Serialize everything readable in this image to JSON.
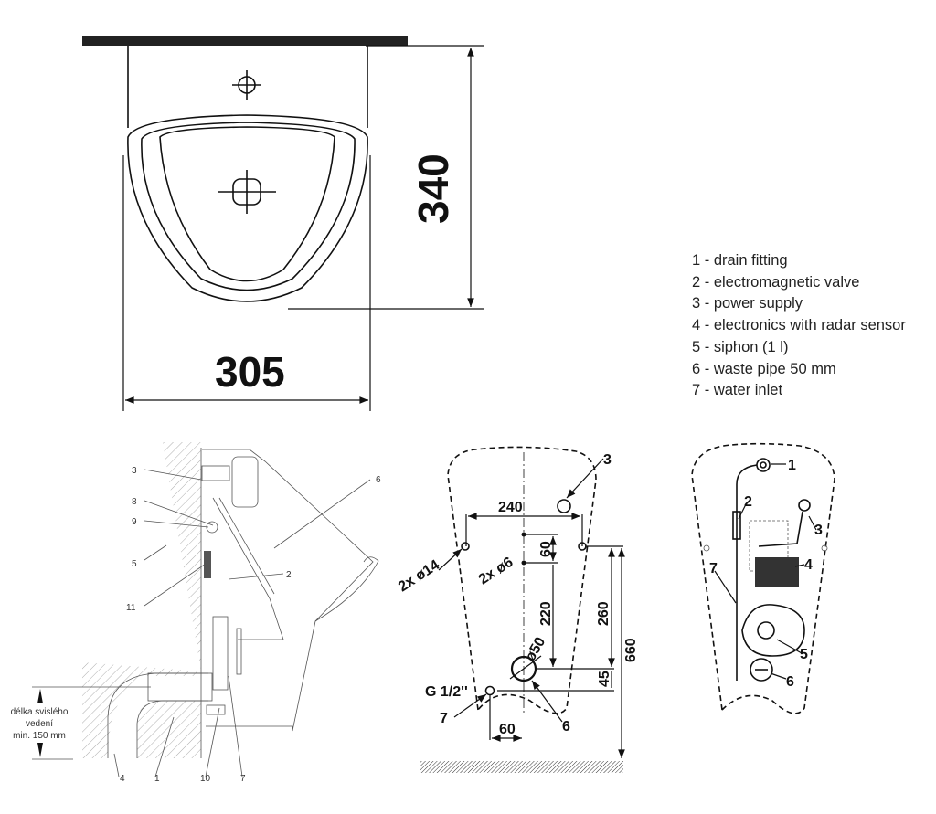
{
  "top_view": {
    "width_label": "305",
    "height_label": "340"
  },
  "legend": [
    "1 - drain fitting",
    "2 - electromagnetic valve",
    "3 - power supply",
    "4 - electronics with radar sensor",
    "5 - siphon (1 l)",
    "6 - waste pipe 50 mm",
    "7 - water inlet"
  ],
  "side_view": {
    "labels": {
      "l3": "3",
      "l8": "8",
      "l9": "9",
      "l5": "5",
      "l11": "11",
      "l6": "6",
      "l2": "2",
      "l4": "4",
      "l1": "1",
      "l10": "10",
      "l7": "7"
    },
    "note": [
      "délka svislého",
      "vedení",
      "min. 150 mm"
    ]
  },
  "mounting_view": {
    "l3": "3",
    "d240": "240",
    "holes14": "2x ø14",
    "holes6": "2x ø6",
    "d60v": "60",
    "d220": "220",
    "d260": "260",
    "d660": "660",
    "d50": "ø50",
    "d45": "45",
    "g12": "G 1/2''",
    "l7": "7",
    "d60h": "60",
    "l6": "6"
  },
  "rear_view": {
    "labels": [
      "1",
      "2",
      "3",
      "4",
      "7",
      "5",
      "6"
    ]
  }
}
